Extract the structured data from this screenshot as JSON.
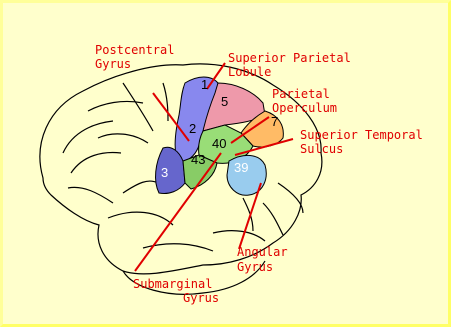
{
  "labels": {
    "postcentral_1": "Postcentral",
    "postcentral_2": "Gyrus",
    "sup_parietal_1": "Superior Parietal",
    "sup_parietal_2": "Lobule",
    "parietal_op_1": "Parietal",
    "parietal_op_2": "Operculum",
    "sup_temporal_1": "Superior Temporal",
    "sup_temporal_2": "Sulcus",
    "angular_1": "Angular",
    "angular_2": "Gyrus",
    "submarginal_1": "Submarginal",
    "submarginal_2": "Gyrus"
  },
  "areas": {
    "a1": "1",
    "a2": "2",
    "a3": "3",
    "a5": "5",
    "a7": "7",
    "a40": "40",
    "a43": "43",
    "a39": "39"
  },
  "colors": {
    "background": "#ffffcc",
    "label": "#e00000",
    "area1_2": "#8888ee",
    "area3": "#6666cc",
    "area5": "#ee99aa",
    "area7": "#ffbb66",
    "area40": "#99dd77",
    "area43": "#88cc66",
    "area39": "#99ccee"
  }
}
